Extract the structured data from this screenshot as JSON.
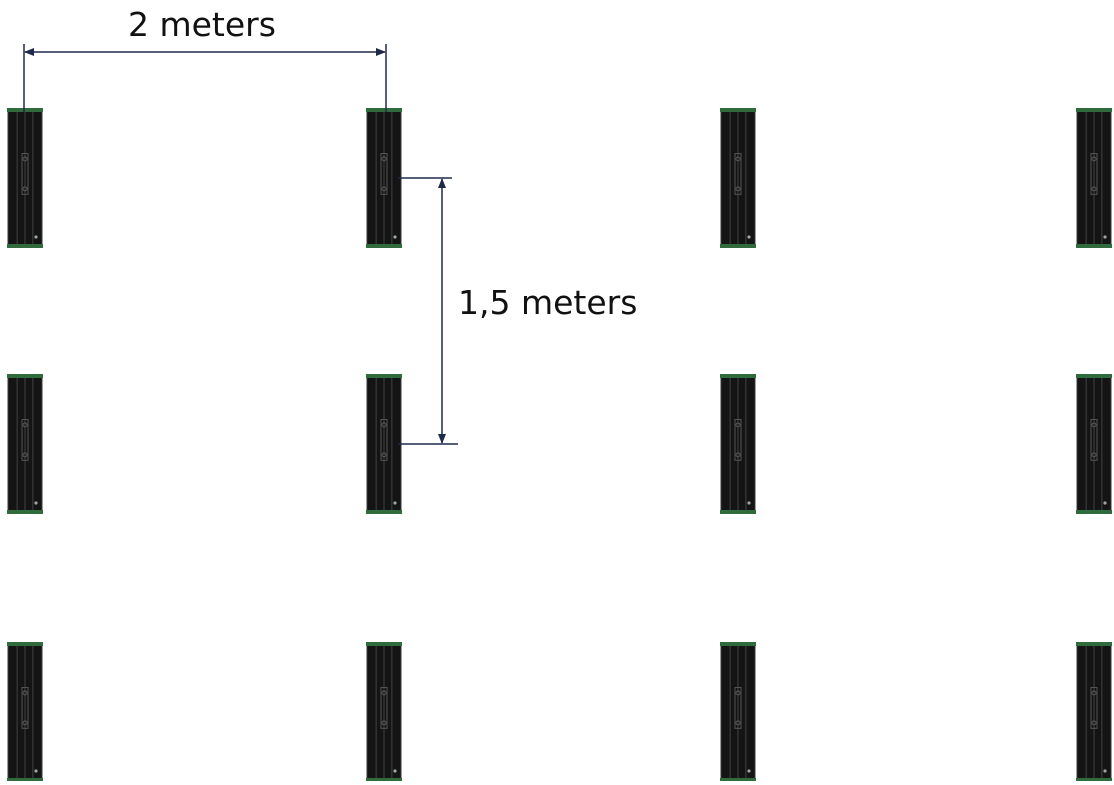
{
  "dimensions": {
    "horizontal_label": "2 meters",
    "vertical_label": "1,5 meters"
  },
  "layout_grid": {
    "rows": 3,
    "columns": 4
  },
  "colors": {
    "background": "#ffffff",
    "unit_body": "#141414",
    "unit_frame": "#3a3a3a",
    "unit_accent": "#2f6b3c",
    "dimension_line": "#1f2a4a",
    "text": "#111111"
  },
  "icons": {
    "unit": "speaker-column-icon"
  }
}
